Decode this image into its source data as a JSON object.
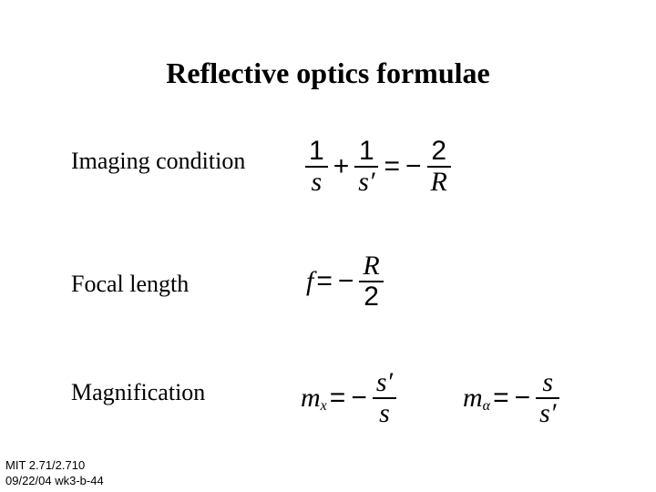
{
  "title": "Reflective optics formulae",
  "rows": [
    {
      "label": "Imaging condition"
    },
    {
      "label": "Focal length"
    },
    {
      "label": "Magnification"
    }
  ],
  "eq_imaging": {
    "frac1_num": "1",
    "frac1_den": "s",
    "plus": "+",
    "frac2_num": "1",
    "frac2_den": "s′",
    "equals": "=",
    "minus": "−",
    "frac3_num": "2",
    "frac3_den": "R"
  },
  "eq_focal": {
    "lhs": "f",
    "equals": "=",
    "minus": "−",
    "num": "R",
    "den": "2"
  },
  "eq_mag_x": {
    "lhs": "m",
    "sub": "x",
    "equals": "=",
    "minus": "−",
    "num": "s′",
    "den": "s"
  },
  "eq_mag_alpha": {
    "lhs": "m",
    "sub": "α",
    "equals": "=",
    "minus": "−",
    "num": "s",
    "den": "s′"
  },
  "footer": {
    "line1": "MIT 2.71/2.710",
    "line2": "09/22/04 wk3-b-44"
  }
}
